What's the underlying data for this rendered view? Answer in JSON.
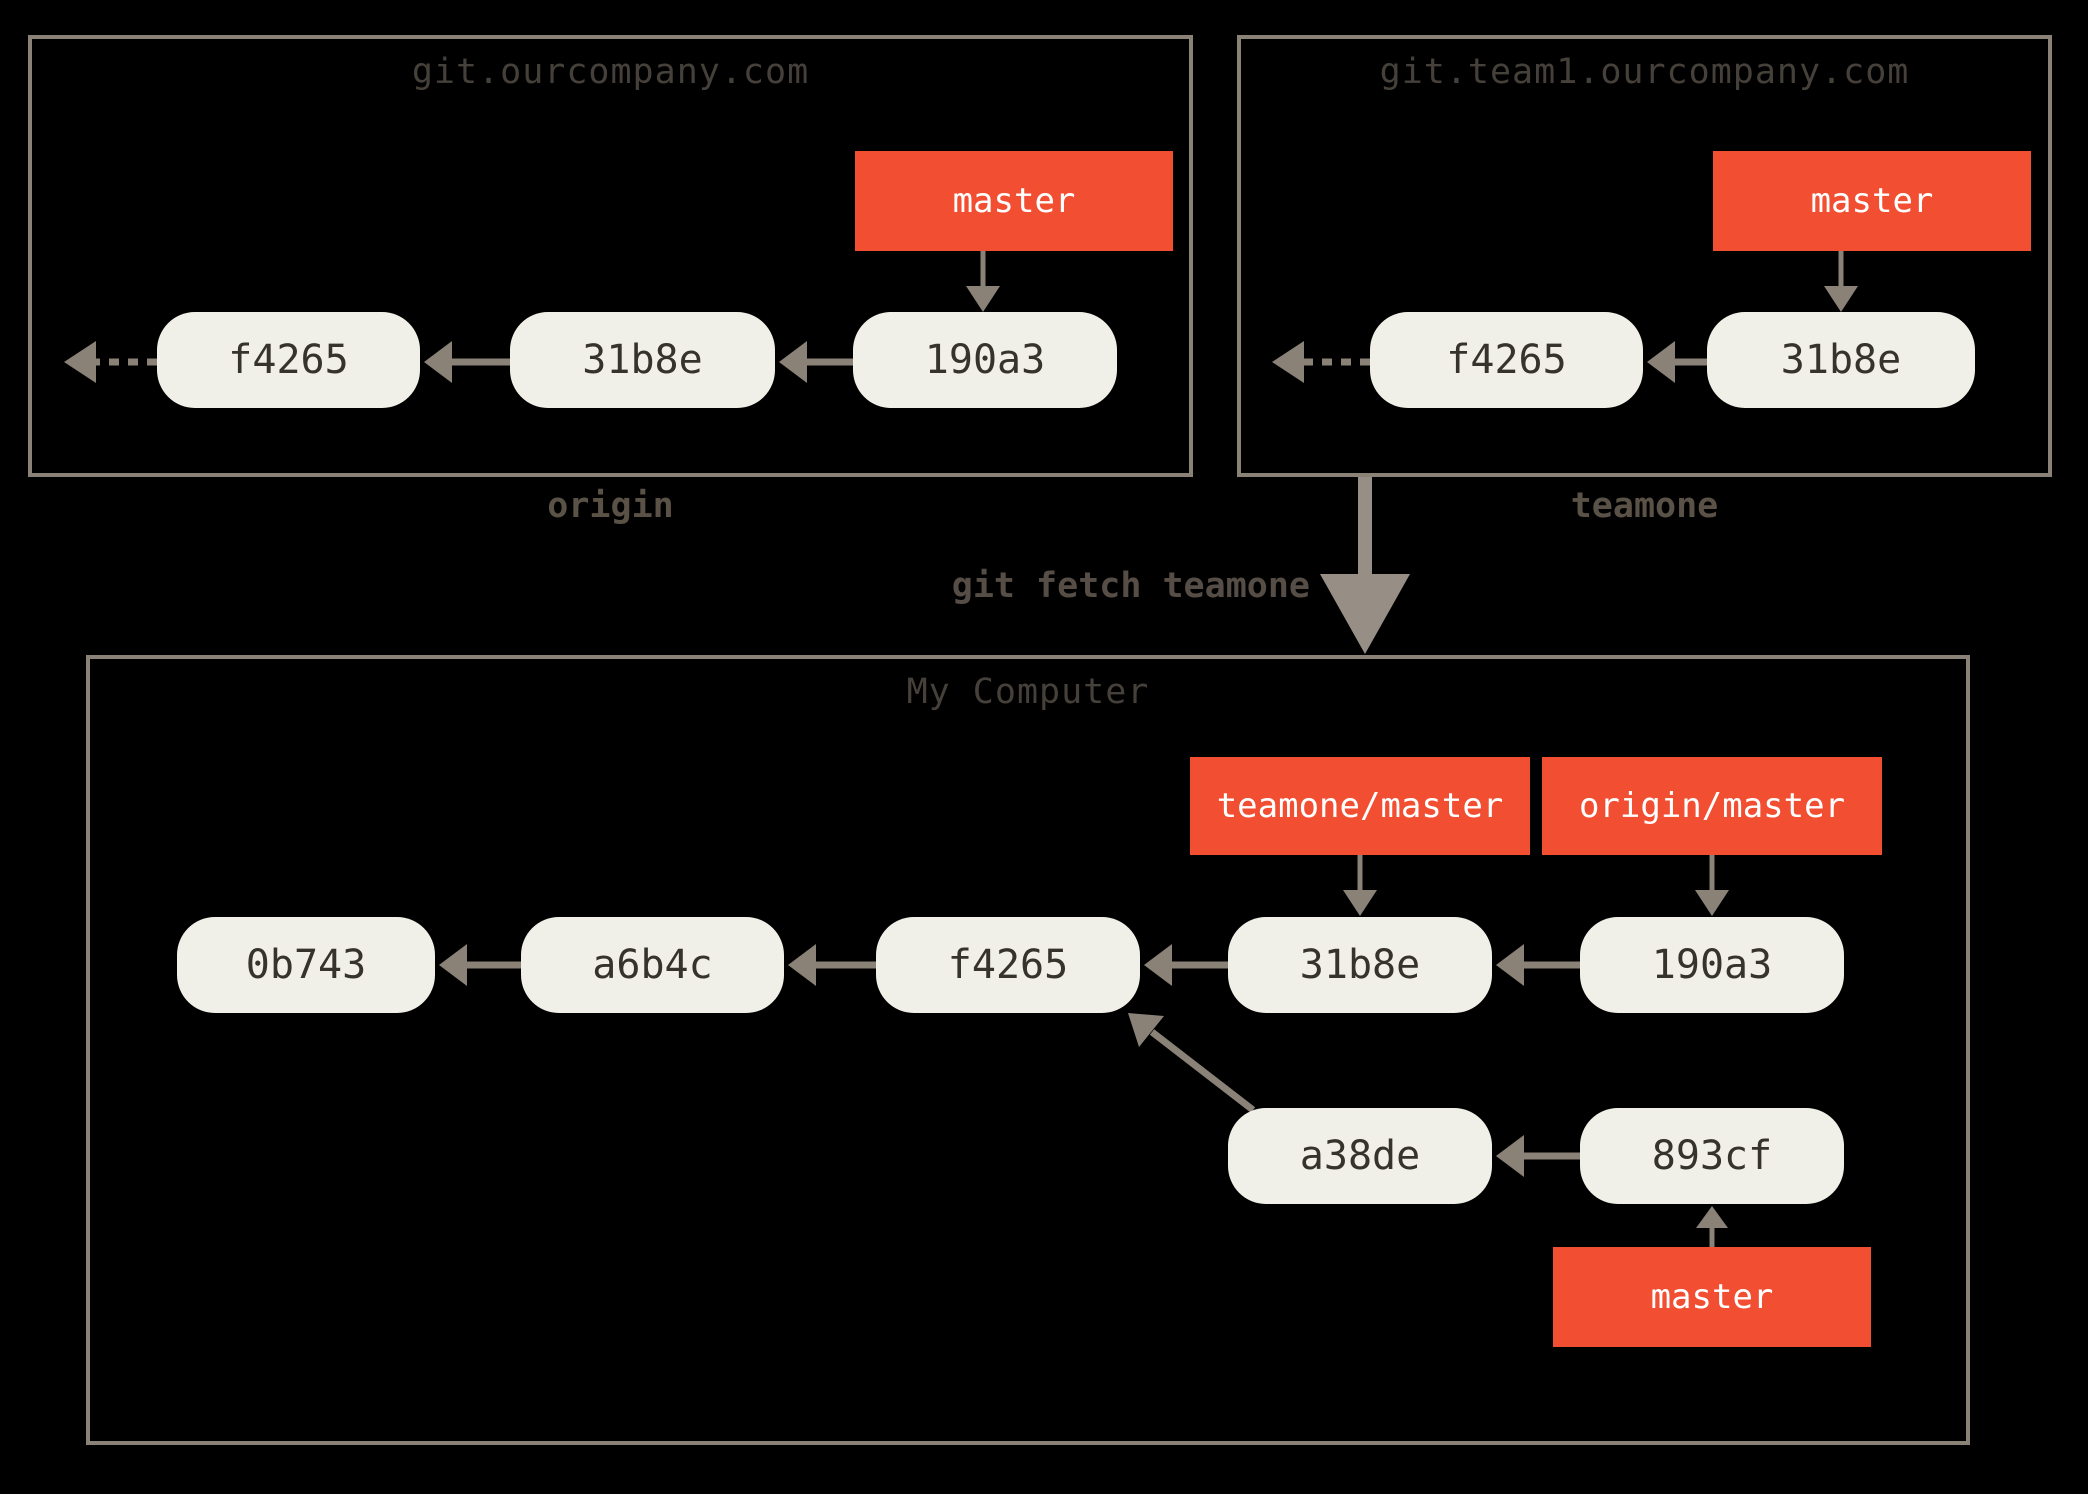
{
  "diagram": {
    "fetch_command": "git fetch teamone"
  },
  "remote_origin": {
    "title": "git.ourcompany.com",
    "name": "origin",
    "branch_label": "master",
    "commits": [
      "f4265",
      "31b8e",
      "190a3"
    ]
  },
  "remote_teamone": {
    "title": "git.team1.ourcompany.com",
    "name": "teamone",
    "branch_label": "master",
    "commits": [
      "f4265",
      "31b8e"
    ]
  },
  "local": {
    "title": "My Computer",
    "remote_ref_teamone": "teamone/master",
    "remote_ref_origin": "origin/master",
    "branch_label": "master",
    "main_commits": [
      "0b743",
      "a6b4c",
      "f4265",
      "31b8e",
      "190a3"
    ],
    "feature_commits": [
      "a38de",
      "893cf"
    ]
  },
  "colors": {
    "background": "#000000",
    "box_border": "#8a8177",
    "node_fill": "#f1f0e8",
    "node_text": "#36322e",
    "branch_fill": "#f14e32",
    "branch_text": "#ffffff",
    "arrow": "#8a8177",
    "fetch_arrow": "#978e85"
  }
}
